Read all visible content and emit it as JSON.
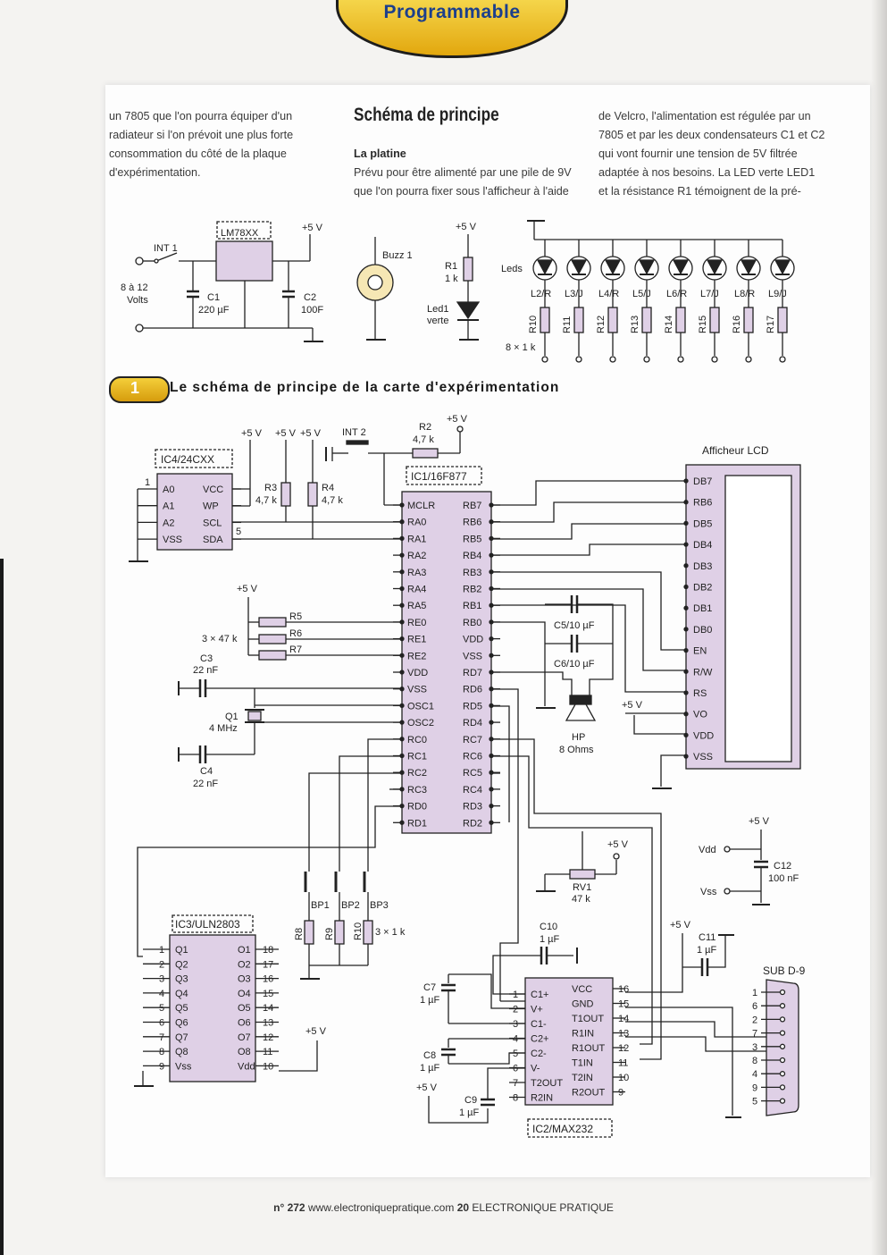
{
  "header": {
    "banner": "Programmable"
  },
  "article": {
    "col1": "un 7805 que l'on pourra équiper d'un radiateur si l'on prévoit une plus forte consommation du côté de la plaque d'expérimentation.",
    "heading": "Schéma de principe",
    "subheading": "La platine",
    "col2": "Prévu pour être alimenté par une pile de 9V que l'on pourra fixer sous l'afficheur à l'aide",
    "col3": "de Velcro, l'alimentation est régulée par un 7805 et par les deux condensateurs C1 et C2 qui vont fournir une tension de 5V filtrée adaptée à nos besoins. La LED verte LED1 et la résistance R1 témoignent de la pré-"
  },
  "figure": {
    "number": "1",
    "caption": "Le schéma de principe de la carte d'expérimentation"
  },
  "power": {
    "int1": "INT 1",
    "input": "8 à 12",
    "input_unit": "Volts",
    "reg": "LM78XX",
    "c1": "C1",
    "c1_val": "220 µF",
    "c2": "C2",
    "c2_val": "100F",
    "v5": "+5 V"
  },
  "buzzer": {
    "name": "Buzz 1"
  },
  "led1": {
    "r1": "R1",
    "r1_val": "1 k",
    "led": "Led1",
    "led_color": "verte",
    "v5": "+5 V"
  },
  "leds": {
    "label": "Leds",
    "names": [
      "L2/R",
      "L3/J",
      "L4/R",
      "L5/J",
      "L6/R",
      "L7/J",
      "L8/R",
      "L9/J"
    ],
    "resistors": [
      "R10",
      "R11",
      "R12",
      "R13",
      "R14",
      "R15",
      "R16",
      "R17"
    ],
    "res_val": "8 × 1 k"
  },
  "ic4": {
    "name": "IC4/24CXX",
    "left": [
      "A0",
      "A1",
      "A2",
      "VSS"
    ],
    "right": [
      "VCC",
      "WP",
      "SCL",
      "SDA"
    ],
    "pin1": "1",
    "pin5": "5"
  },
  "pullups": {
    "r3": "R3",
    "r3_val": "4,7 k",
    "r4": "R4",
    "r4_val": "4,7 k"
  },
  "int2": {
    "name": "INT 2",
    "r2": "R2",
    "r2_val": "4,7 k"
  },
  "ic1": {
    "name": "IC1/16F877",
    "left": [
      "MCLR",
      "RA0",
      "RA1",
      "RA2",
      "RA3",
      "RA4",
      "RA5",
      "RE0",
      "RE1",
      "RE2",
      "VDD",
      "VSS",
      "OSC1",
      "OSC2",
      "RC0",
      "RC1",
      "RC2",
      "RC3",
      "RD0",
      "RD1"
    ],
    "right": [
      "RB7",
      "RB6",
      "RB5",
      "RB4",
      "RB3",
      "RB2",
      "RB1",
      "RB0",
      "VDD",
      "VSS",
      "RD7",
      "RD6",
      "RD5",
      "RD4",
      "RC7",
      "RC6",
      "RC5",
      "RC4",
      "RD3",
      "RD2"
    ]
  },
  "lcd": {
    "name": "Afficheur LCD",
    "pins": [
      "DB7",
      "RB6",
      "DB5",
      "DB4",
      "DB3",
      "DB2",
      "DB1",
      "DB0",
      "EN",
      "R/W",
      "RS",
      "VO",
      "VDD",
      "VSS"
    ]
  },
  "res_e": {
    "r5": "R5",
    "r6": "R6",
    "r7": "R7",
    "val": "3 × 47 k"
  },
  "osc": {
    "c3": "C3",
    "c3_val": "22 nF",
    "q1": "Q1",
    "q1_val": "4 MHz",
    "c4": "C4",
    "c4_val": "22 nF"
  },
  "audio": {
    "c5": "C5/10 µF",
    "c6": "C6/10 µF",
    "hp": "HP",
    "hp_val": "8 Ohms"
  },
  "buttons": {
    "names": [
      "BP1",
      "BP2",
      "BP3"
    ],
    "res": [
      "R8",
      "R9",
      "R10"
    ],
    "val": "3 × 1 k"
  },
  "rv1": {
    "name": "RV1",
    "val": "47 k"
  },
  "ic3": {
    "name": "IC3/ULN2803",
    "left": [
      "Q1",
      "Q2",
      "Q3",
      "Q4",
      "Q5",
      "Q6",
      "Q7",
      "Q8",
      "Vss"
    ],
    "right": [
      "O1",
      "O2",
      "O3",
      "O4",
      "O5",
      "O6",
      "O7",
      "O8",
      "Vdd"
    ],
    "lpins": [
      "1",
      "2",
      "3",
      "4",
      "5",
      "6",
      "7",
      "8",
      "9"
    ],
    "rpins": [
      "18",
      "17",
      "16",
      "15",
      "14",
      "13",
      "12",
      "11",
      "10"
    ]
  },
  "ic2": {
    "name": "IC2/MAX232",
    "left": [
      "C1+",
      "V+",
      "C1-",
      "C2+",
      "C2-",
      "V-",
      "T2OUT",
      "R2IN"
    ],
    "right": [
      "VCC",
      "GND",
      "T1OUT",
      "R1IN",
      "R1OUT",
      "T1IN",
      "T2IN",
      "R2OUT"
    ],
    "lpins": [
      "1",
      "2",
      "3",
      "4",
      "5",
      "6",
      "7",
      "8"
    ],
    "rpins": [
      "16",
      "15",
      "14",
      "13",
      "12",
      "11",
      "10",
      "9"
    ]
  },
  "caps": {
    "c7": "C7",
    "c8": "C8",
    "c9": "C9",
    "c10": "C10",
    "c11": "C11",
    "val": "1 µF",
    "c12": "C12",
    "c12_val": "100 nF"
  },
  "supply": {
    "vdd": "Vdd",
    "vss": "Vss"
  },
  "subd": {
    "name": "SUB D-9",
    "pins": [
      "1",
      "6",
      "2",
      "7",
      "3",
      "8",
      "4",
      "9",
      "5"
    ]
  },
  "footer": {
    "num": "n° 272",
    "url": "www.electroniquepratique.com",
    "page": "20",
    "mag": "ELECTRONIQUE PRATIQUE"
  }
}
